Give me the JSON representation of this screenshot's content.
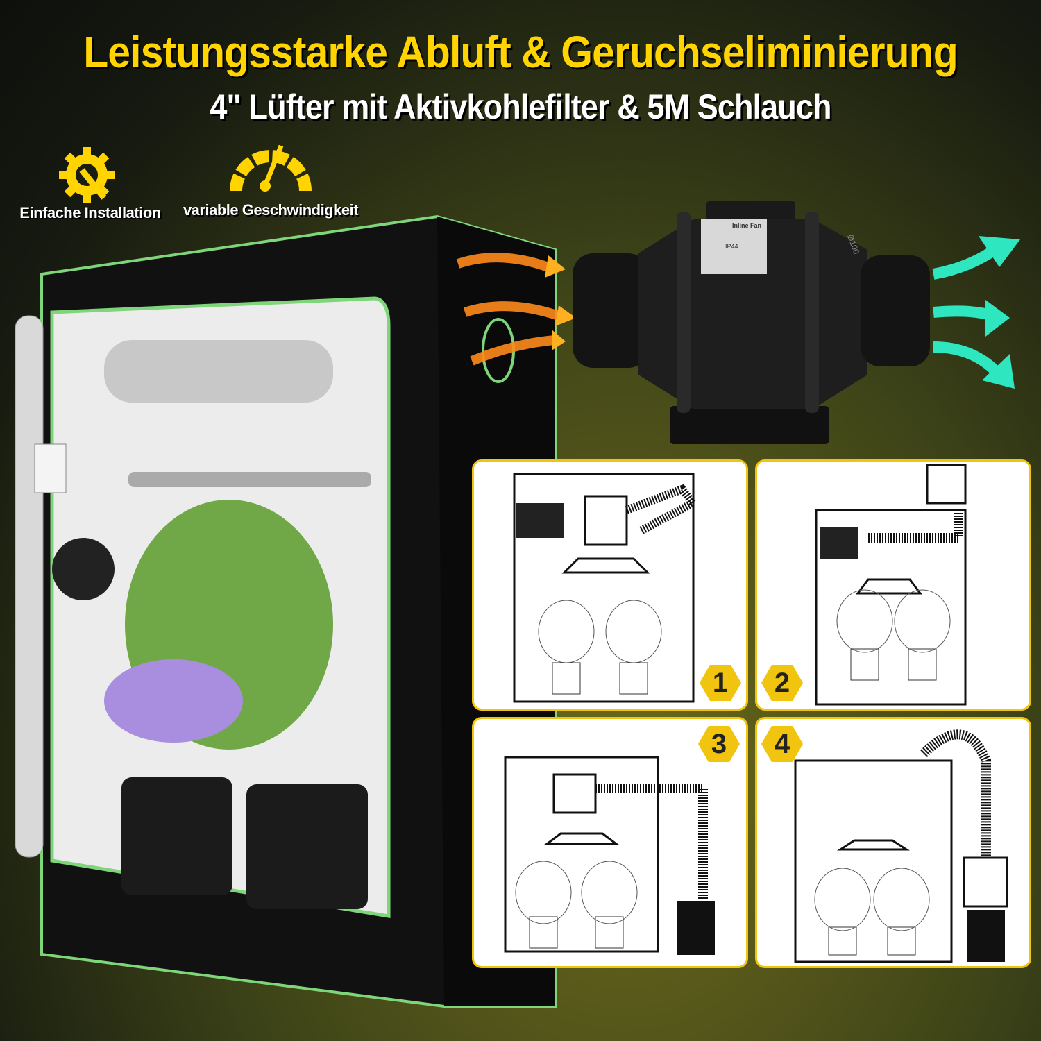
{
  "header": {
    "title": "Leistungsstarke Abluft & Geruchseliminierung",
    "subtitle": "4\" Lüfter mit Aktivkohlefilter & 5M Schlauch"
  },
  "features": [
    {
      "icon": "gear-wrench-icon",
      "label": "Einfache Installation"
    },
    {
      "icon": "speedometer-icon",
      "label": "variable Geschwindigkeit"
    }
  ],
  "fan": {
    "label_title": "Inline Fan",
    "diameter": "Ø100",
    "ip_rating": "IP44"
  },
  "steps": [
    {
      "number": "1"
    },
    {
      "number": "2"
    },
    {
      "number": "3"
    },
    {
      "number": "4"
    }
  ],
  "colors": {
    "accent": "#ffd400",
    "panel_border": "#f1c40f",
    "tent_trim": "#7fd67a",
    "exhaust": "#2ee6c0",
    "intake": "#ff7a1a"
  }
}
